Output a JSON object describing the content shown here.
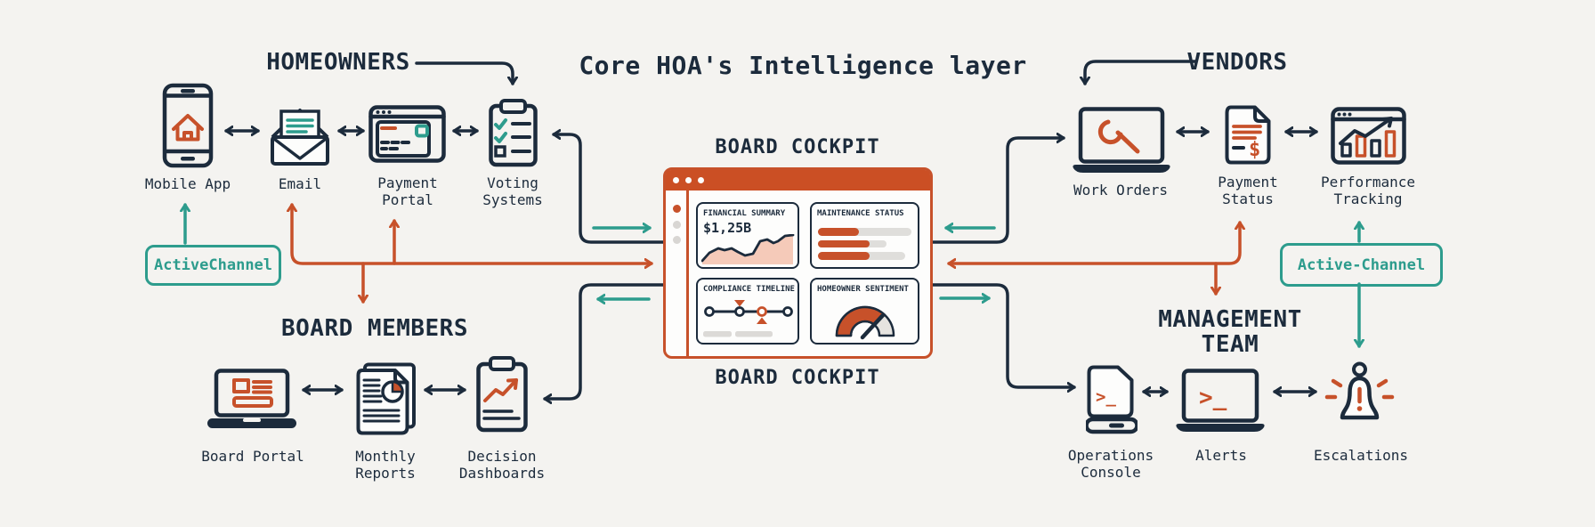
{
  "diagram": {
    "title": "Core HOA's Intelligence layer",
    "colors": {
      "navy": "#1c2b3c",
      "orange": "#c7512a",
      "teal": "#2d9c8d",
      "pink_fill": "#f5cab9",
      "gray_track": "#dfdedb",
      "background": "#f4f3f0"
    },
    "groups": {
      "homeowners": {
        "title": "HOMEOWNERS",
        "items": [
          {
            "id": "mobile-app",
            "label": "Mobile App"
          },
          {
            "id": "email",
            "label": "Email"
          },
          {
            "id": "payment-portal",
            "label": "Payment\nPortal"
          },
          {
            "id": "voting-systems",
            "label": "Voting\nSystems"
          }
        ]
      },
      "board_members": {
        "title": "BOARD MEMBERS",
        "items": [
          {
            "id": "board-portal",
            "label": "Board Portal"
          },
          {
            "id": "monthly-reports",
            "label": "Monthly\nReports"
          },
          {
            "id": "decision-dashboards",
            "label": "Decision\nDashboards"
          }
        ]
      },
      "vendors": {
        "title": "VENDORS",
        "items": [
          {
            "id": "work-orders",
            "label": "Work Orders"
          },
          {
            "id": "payment-status",
            "label": "Payment\nStatus"
          },
          {
            "id": "performance-tracking",
            "label": "Performance\nTracking"
          }
        ]
      },
      "management_team": {
        "title": "MANAGEMENT\nTEAM",
        "items": [
          {
            "id": "operations-console",
            "label": "Operations\nConsole"
          },
          {
            "id": "alerts",
            "label": "Alerts"
          },
          {
            "id": "escalations",
            "label": "Escalations"
          }
        ]
      }
    },
    "channels": {
      "left": "ActiveChannel",
      "right": "Active-Channel"
    },
    "cockpit": {
      "title_top": "BOARD COCKPIT",
      "title_bottom": "BOARD COCKPIT",
      "cards": {
        "financial_summary": {
          "title": "FINANCIAL SUMMARY",
          "value": "$1,25B"
        },
        "maintenance_status": {
          "title": "MAINTENANCE STATUS",
          "bars": [
            {
              "track": 105,
              "fill": 46
            },
            {
              "track": 77,
              "fill": 58
            },
            {
              "track": 98,
              "fill": 58
            }
          ]
        },
        "compliance_timeline": {
          "title": "COMPLIANCE TIMELINE"
        },
        "homeowner_sentiment": {
          "title": "HOMEOWNER SENTIMENT"
        }
      }
    },
    "glyphs": {
      "prompt": ">_",
      "dollar": "$",
      "alert_mark": "!"
    }
  }
}
